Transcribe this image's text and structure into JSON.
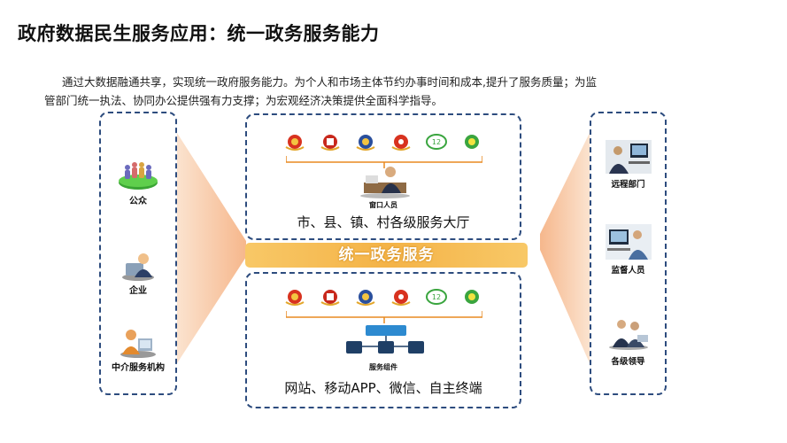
{
  "title": "政府数据民生服务应用：统一政务服务能力",
  "intro": {
    "line1": "通过大数据融通共享，实现统一政府服务能力。为个人和市场主体节约办事时间和成本,提升了服务质量；为监",
    "line2": "管部门统一执法、协同办公提供强有力支撑；为宏观经济决策提供全面科学指导。"
  },
  "left_panel": {
    "items": [
      {
        "label": "公众",
        "icon": "crowd-icon"
      },
      {
        "label": "企业",
        "icon": "business-user-icon"
      },
      {
        "label": "中介服务机构",
        "icon": "agency-icon"
      }
    ]
  },
  "right_panel": {
    "items": [
      {
        "label": "远程部门",
        "icon": "remote-office-icon"
      },
      {
        "label": "监督人员",
        "icon": "supervisor-icon"
      },
      {
        "label": "各级领导",
        "icon": "leaders-icon"
      }
    ]
  },
  "top_box": {
    "role_label": "窗口人员",
    "caption": "市、县、镇、村各级服务大厅"
  },
  "center_band": "统一政务服务",
  "bottom_box": {
    "role_label": "服务组件",
    "caption": "网站、移动APP、微信、自主终端"
  },
  "colors": {
    "border": "#2d4c7e",
    "band": "#f4b347",
    "fan": "#f7c9a8"
  }
}
